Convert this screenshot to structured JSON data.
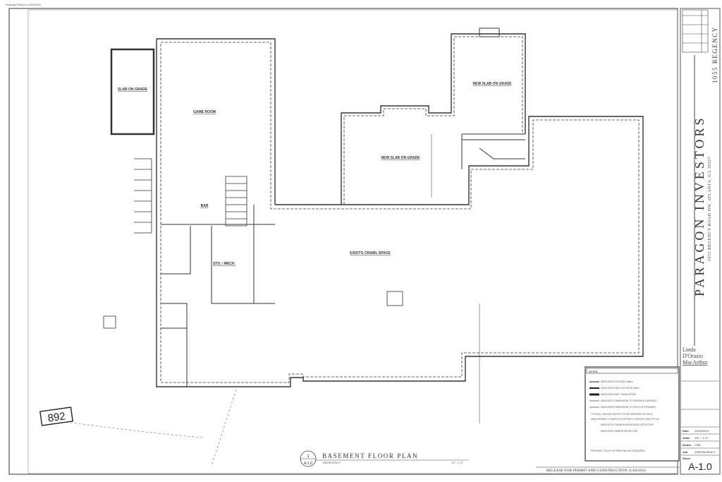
{
  "header_note": "Drawings Printed on 11/04/2016",
  "rooms": {
    "slab_on_grade": "SLAB ON GRADE",
    "game_room": "GAME ROOM",
    "bar": "BAR",
    "sto_mech": "STO. / MECH.",
    "new_slab_1": "NEW SLAB ON GRADE",
    "new_slab_2": "NEW SLAB ON GRADE",
    "crawl_space": "EXIST'G CRAWL SPACE"
  },
  "elevation_tag": "892",
  "plan_title": {
    "title": "BASEMENT FLOOR PLAN",
    "subtitle": "1055 REGENCY",
    "detail_number": "1",
    "detail_sheet": "A-1.0",
    "scale": "1/4\" = 1'-0\""
  },
  "title_block": {
    "project_short": "1055 REGENCY",
    "company": "PARAGON INVESTORS",
    "address": "1055 REGENCY ROAD NW, ATLANTA, GA 30327",
    "designer": [
      "Linda",
      "D'Orazio",
      "MacArthur"
    ],
    "fields": [
      {
        "label": "Date",
        "value": "11/04/2016"
      },
      {
        "label": "Scale",
        "value": "1/4\" = 1'-0\""
      },
      {
        "label": "Drawn",
        "value": "LDM"
      },
      {
        "label": "Job",
        "value": "1055 REGENCY"
      }
    ],
    "sheet_label": "Sheet",
    "sheet_number": "A-1.0",
    "release": "RELEASE FOR PERMIT AND CONSTRUCTION 11/04/2016"
  },
  "notes": {
    "title": "NOTES:",
    "items": [
      "INDICATES EXISTING WALL",
      "INDICATES NEW 2X4 STUD WALL",
      "INDICATES BATT INSULATION",
      "INDICATES DIMENSION TO FINISHED SURFACE",
      "INDICATES DIMENSION TO FACE OF FRAMING",
      "TYPICAL CEILING HEIGHT TO BE VERIFIED IN FIELD",
      "NEW DOORS TO MATCH EXISTING IN HEIGHT AND STYLE",
      "INDICATES CARBON MONOXIDE DETECTOR",
      "INDICATES SMOKE DETECTOR",
      "PROVIDE TOUCH UP PAINTING AS REQUIRED"
    ]
  }
}
